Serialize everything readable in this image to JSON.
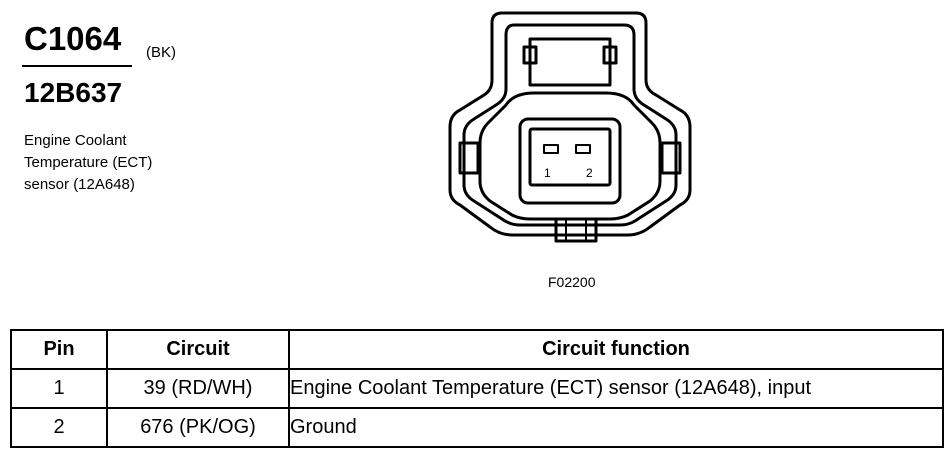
{
  "connector": {
    "id": "C1064",
    "color": "(BK)",
    "part_number": "12B637",
    "description_lines": [
      "Engine Coolant",
      "Temperature (ECT)",
      "sensor (12A648)"
    ]
  },
  "figure": {
    "code": "F02200",
    "pin_labels": [
      "1",
      "2"
    ]
  },
  "table": {
    "headers": [
      "Pin",
      "Circuit",
      "Circuit function"
    ],
    "rows": [
      {
        "pin": "1",
        "circuit": "39 (RD/WH)",
        "function": "Engine Coolant Temperature (ECT) sensor (12A648), input"
      },
      {
        "pin": "2",
        "circuit": "676 (PK/OG)",
        "function": "Ground"
      }
    ]
  }
}
